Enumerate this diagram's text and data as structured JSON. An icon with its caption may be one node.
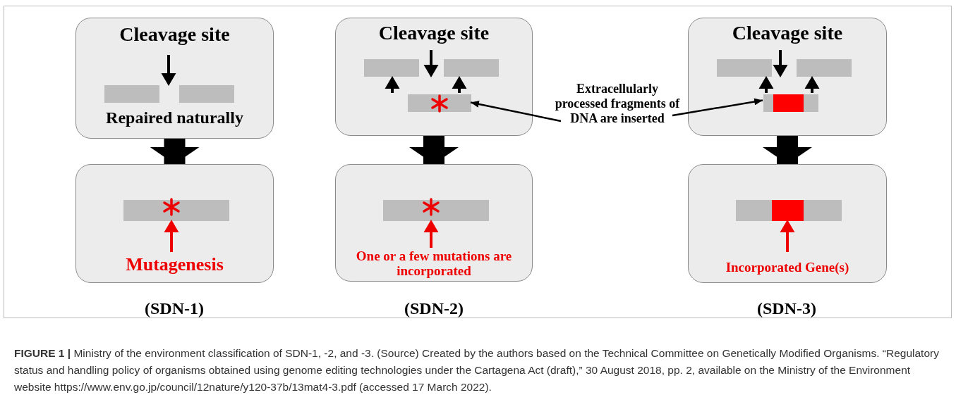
{
  "diagram": {
    "caption": "**FIGURE 1 |** Ministry of the environment classification of SDN-1, -2, and -3. (Source) Created by the authors based on the Technical Committee on Genetically Modified Organisms. “Regulatory status and handling policy of organisms obtained using genome editing technologies under the Cartagena Act (draft),” 30 August 2018, pp. 2, available on the Ministry of the Environment website https://www.env.go.jp/council/12nature/y120-37b/13mat4-3.pdf (accessed 17 March 2022).",
    "nodes": [
      {
        "text": [
          "Cleavage site",
          "Repaired naturally"
        ]
      },
      {
        "text": [
          "Mutagenesis"
        ]
      },
      {
        "text": [
          "Cleavage site"
        ]
      },
      {
        "text": [
          "One or a few mutations are incorporated"
        ]
      },
      {
        "text": [
          "Cleavage site"
        ]
      },
      {
        "text": [
          "Incorporated Gene(s)"
        ]
      },
      {
        "text": [
          "Extracellularly processed fragments of DNA are inserted"
        ]
      },
      {
        "text": [],
        "shape": "bar",
        "in": 2
      },
      {
        "text": [],
        "shape": "bar",
        "in": 4
      }
    ],
    "edges": [
      {
        "from": 0,
        "to": 1,
        "arrow": "to"
      },
      {
        "from": 2,
        "to": 3,
        "arrow": "to"
      },
      {
        "from": 4,
        "to": 5,
        "arrow": "to"
      },
      {
        "from": 6,
        "to": 7,
        "arrow": "to"
      },
      {
        "from": 6,
        "to": 8,
        "arrow": "to"
      }
    ],
    "labels": [
      "(SDN-1)",
      "(SDN-2)",
      "(SDN-3)"
    ]
  }
}
